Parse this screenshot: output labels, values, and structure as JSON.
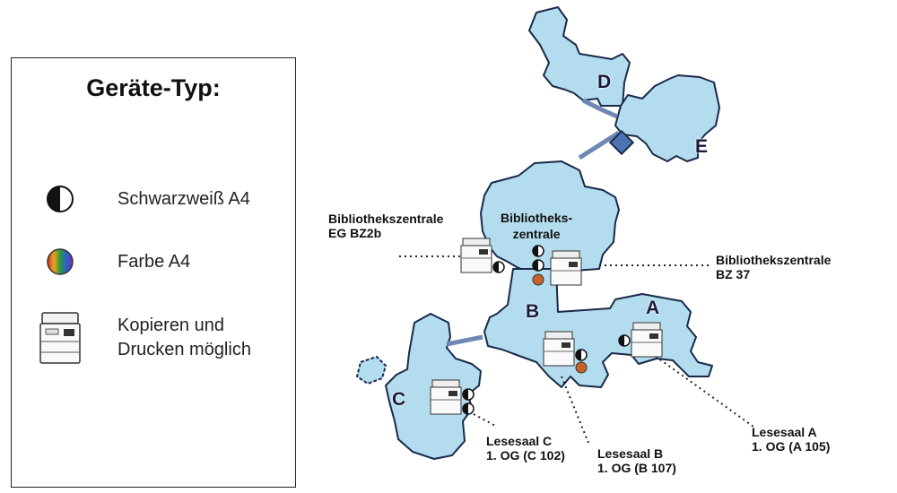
{
  "legend": {
    "title": "Geräte-Typ:",
    "items": [
      {
        "icon": "bw-half-circle-icon",
        "label": "Schwarzweiß A4"
      },
      {
        "icon": "color-circle-icon",
        "label": "Farbe A4"
      },
      {
        "icon": "copier-icon",
        "label": "Kopieren und\nDrucken möglich"
      }
    ]
  },
  "map": {
    "buildings": {
      "a": "A",
      "b": "B",
      "c": "C",
      "d": "D",
      "e": "E"
    },
    "center_label": "Bibliotheks-\nzentrale",
    "locations": [
      {
        "id": "bz2b",
        "name": "Bibliothekszentrale\nEG BZ2b"
      },
      {
        "id": "bz37",
        "name": "Bibliothekszentrale\nBZ 37"
      },
      {
        "id": "c102",
        "name": "Lesesaal C\n1. OG (C 102)"
      },
      {
        "id": "b107",
        "name": "Lesesaal B\n1. OG (B 107)"
      },
      {
        "id": "a105",
        "name": "Lesesaal A\n1. OG (A 105)"
      }
    ]
  },
  "colors": {
    "floor": "#b3dcee",
    "outline": "#1a2a4a",
    "connector": "#6f87b5",
    "bw": "#111111"
  }
}
